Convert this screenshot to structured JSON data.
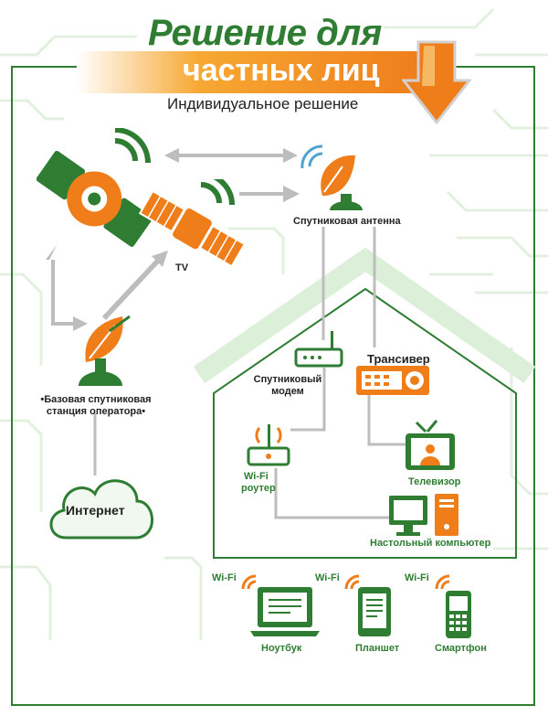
{
  "header": {
    "title": "Решение для",
    "title_band": "частных лиц",
    "subtitle": "Индивидуальное решение"
  },
  "labels": {
    "tv_satellite": "TV",
    "satellite_antenna": "Спутниковая антенна",
    "base_station_line1": "•Базовая спутниковая",
    "base_station_line2": "станция оператора•",
    "internet": "Интернет",
    "satellite_modem_line1": "Спутниковый",
    "satellite_modem_line2": "модем",
    "transceiver": "Трансивер",
    "wifi_router_line1": "Wi-Fi",
    "wifi_router_line2": "роутер",
    "tv_set": "Телевизор",
    "desktop": "Настольный компьютер",
    "wifi_1": "Wi-Fi",
    "wifi_2": "Wi-Fi",
    "wifi_3": "Wi-Fi",
    "laptop": "Ноутбук",
    "tablet": "Планшет",
    "smartphone": "Смартфон"
  },
  "colors": {
    "green": "#2e7d32",
    "orange": "#ef7d1a",
    "gray": "#9e9e9e",
    "light_green": "#dcefd8"
  }
}
